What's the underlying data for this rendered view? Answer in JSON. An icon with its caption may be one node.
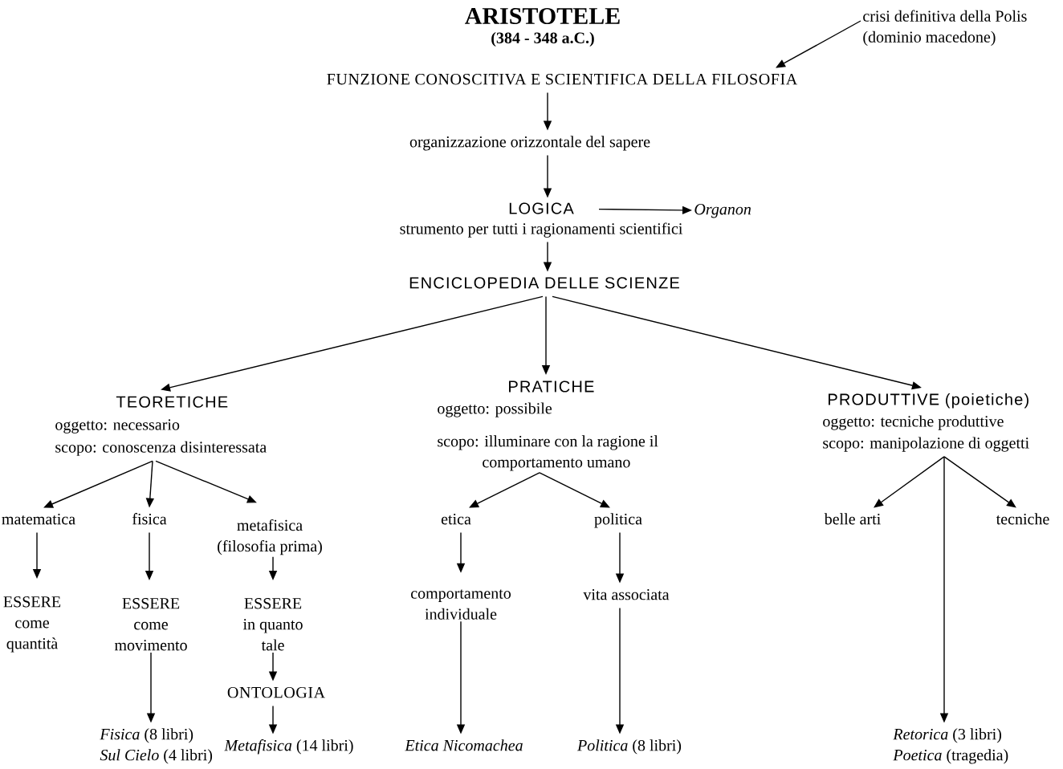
{
  "diagram": {
    "title": "ARISTOTELE",
    "labels": [
      "(384 - 348 a.C.)"
    ],
    "nodes": [
      {
        "text": [
          "crisi definitiva della Polis (dominio macedone)"
        ]
      },
      {
        "text": [
          "FUNZIONE CONOSCITIVA E SCIENTIFICA DELLA FILOSOFIA"
        ]
      },
      {
        "text": [
          "organizzazione orizzontale del sapere"
        ]
      },
      {
        "text": [
          "LOGICA",
          "strumento per tutti i ragionamenti scientifici"
        ]
      },
      {
        "text": [
          "Organon"
        ]
      },
      {
        "text": [
          "ENCICLOPEDIA DELLE SCIENZE"
        ]
      },
      {
        "text": [
          "TEORETICHE",
          "oggetto: necessario",
          "scopo: conoscenza disinteressata"
        ]
      },
      {
        "text": [
          "PRATICHE",
          "oggetto: possibile",
          "scopo: illuminare con la ragione il comportamento umano"
        ]
      },
      {
        "text": [
          "PRODUTTIVE (poietiche)",
          "oggetto: tecniche produttive",
          "scopo: manipolazione di oggetti"
        ]
      },
      {
        "text": [
          "matematica"
        ]
      },
      {
        "text": [
          "fisica"
        ]
      },
      {
        "text": [
          "metafisica (filosofia prima)"
        ]
      },
      {
        "text": [
          "etica"
        ]
      },
      {
        "text": [
          "politica"
        ]
      },
      {
        "text": [
          "belle arti"
        ]
      },
      {
        "text": [
          "tecniche"
        ]
      },
      {
        "text": [
          "comportamento individuale"
        ]
      },
      {
        "text": [
          "ESSERE come quantità"
        ]
      },
      {
        "text": [
          "ESSERE come movimento"
        ]
      },
      {
        "text": [
          "ESSERE in quanto tale"
        ]
      },
      {
        "text": [
          "vita associata"
        ]
      },
      {
        "text": [
          "ONTOLOGIA"
        ]
      },
      {
        "text": [
          "*Fisica* (8 libri)",
          "*Sul Cielo* (4 libri)"
        ]
      },
      {
        "text": [
          "*Metafisica* (14 libri)"
        ]
      },
      {
        "text": [
          "Etica Nicomachea"
        ]
      },
      {
        "text": [
          "*Politica* (8 libri)"
        ]
      },
      {
        "text": [
          "*Retorica* (3 libri)",
          "*Poetica* (tragedia)"
        ]
      }
    ],
    "edges": [
      {
        "from": 0,
        "to": 1,
        "arrow": "to"
      },
      {
        "from": 1,
        "to": 2,
        "arrow": "to"
      },
      {
        "from": 2,
        "to": 3,
        "arrow": "to"
      },
      {
        "from": 3,
        "to": 4,
        "arrow": "to"
      },
      {
        "from": 3,
        "to": 5,
        "arrow": "to"
      },
      {
        "from": 5,
        "to": 6,
        "arrow": "to"
      },
      {
        "from": 5,
        "to": 7,
        "arrow": "to"
      },
      {
        "from": 5,
        "to": 8,
        "arrow": "to"
      },
      {
        "from": 6,
        "to": 9,
        "arrow": "to"
      },
      {
        "from": 6,
        "to": 10,
        "arrow": "to"
      },
      {
        "from": 6,
        "to": 11,
        "arrow": "to"
      },
      {
        "from": 7,
        "to": 12,
        "arrow": "to"
      },
      {
        "from": 7,
        "to": 13,
        "arrow": "to"
      },
      {
        "from": 8,
        "to": 14,
        "arrow": "to"
      },
      {
        "from": 8,
        "to": 15,
        "arrow": "to"
      },
      {
        "from": 9,
        "to": 17,
        "arrow": "to"
      },
      {
        "from": 10,
        "to": 18,
        "arrow": "to"
      },
      {
        "from": 11,
        "to": 19,
        "arrow": "to"
      },
      {
        "from": 12,
        "to": 16,
        "arrow": "to"
      },
      {
        "from": 13,
        "to": 20,
        "arrow": "to"
      },
      {
        "from": 19,
        "to": 21,
        "arrow": "to"
      },
      {
        "from": 18,
        "to": 22,
        "arrow": "to"
      },
      {
        "from": 21,
        "to": 23,
        "arrow": "to"
      },
      {
        "from": 16,
        "to": 24,
        "arrow": "to"
      },
      {
        "from": 20,
        "to": 25,
        "arrow": "to"
      },
      {
        "from": 8,
        "to": 26,
        "arrow": "to"
      }
    ]
  }
}
